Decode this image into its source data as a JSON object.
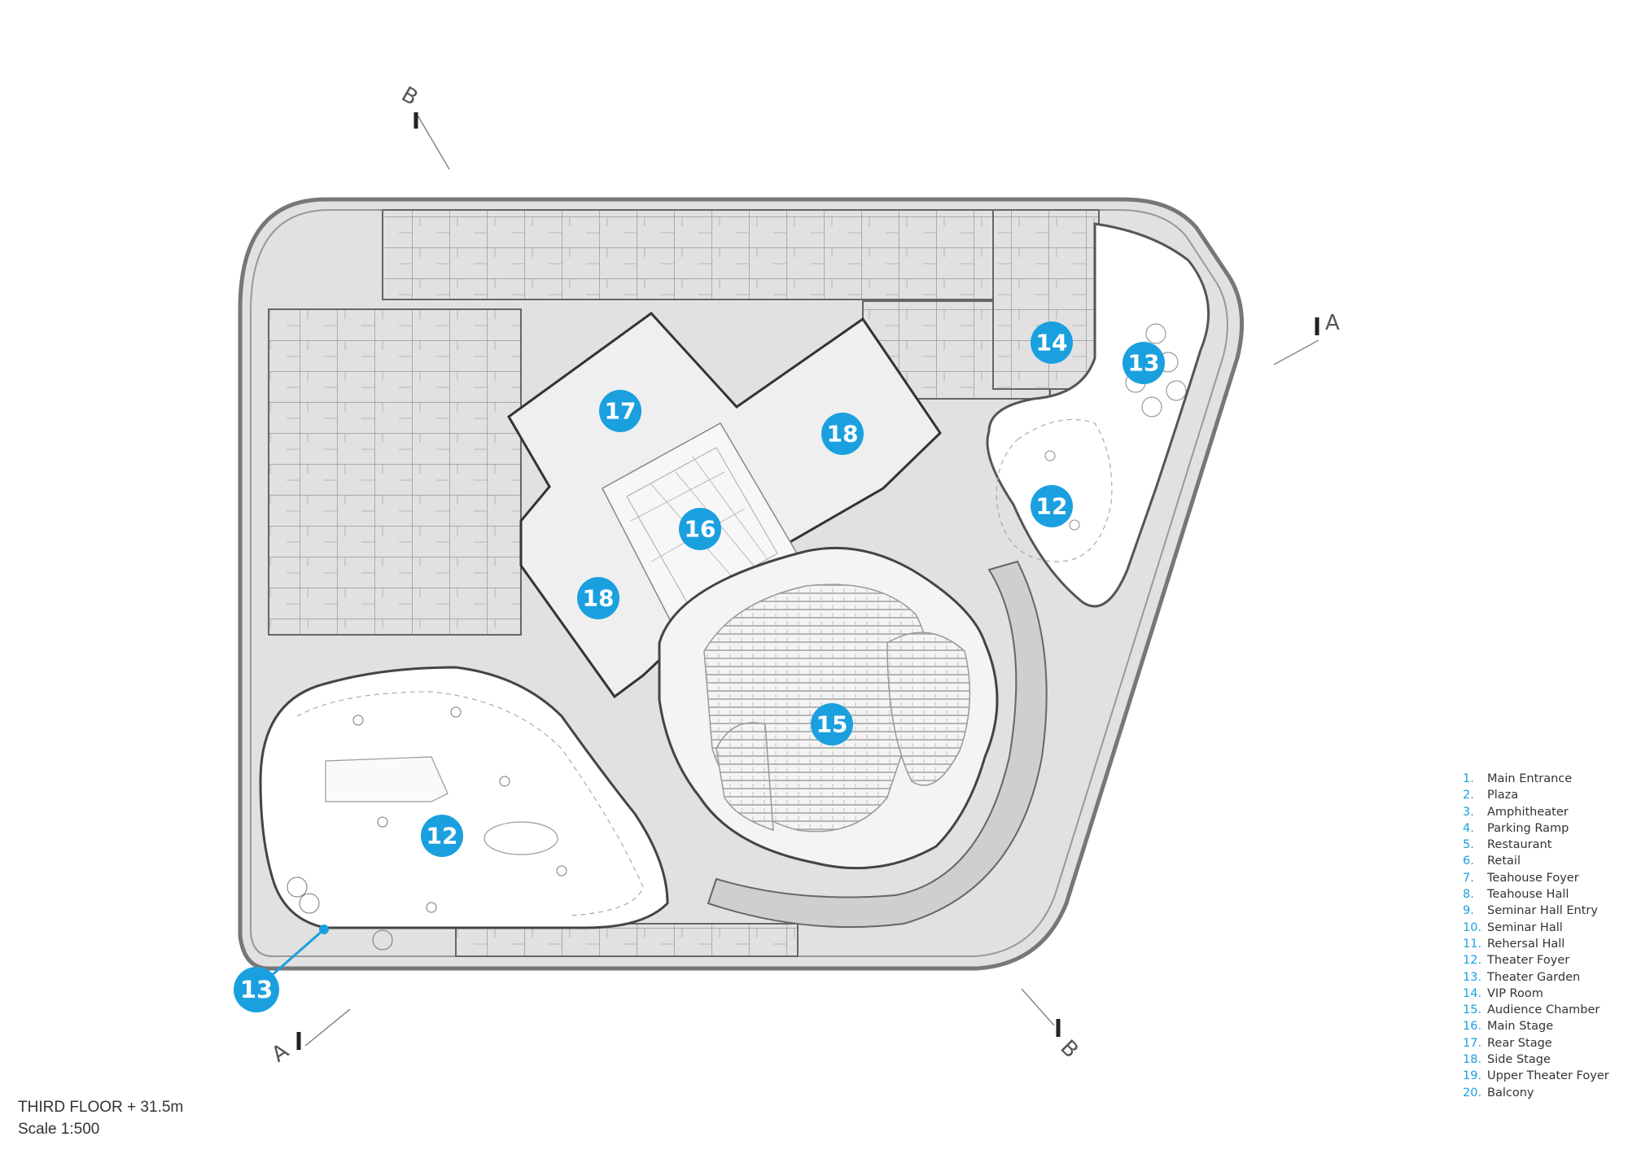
{
  "caption": {
    "title": "THIRD FLOOR + 31.5m",
    "scale": "Scale 1:500"
  },
  "section_marks": {
    "a_top": "A",
    "a_bottom": "A",
    "b_top": "B",
    "b_bottom": "B"
  },
  "markers": [
    {
      "id": "rear-stage",
      "label": "17"
    },
    {
      "id": "side-stage-right",
      "label": "18"
    },
    {
      "id": "main-stage",
      "label": "16"
    },
    {
      "id": "side-stage-left",
      "label": "18"
    },
    {
      "id": "audience-chamber",
      "label": "15"
    },
    {
      "id": "theater-foyer-left",
      "label": "12"
    },
    {
      "id": "theater-foyer-right",
      "label": "12"
    },
    {
      "id": "vip-room",
      "label": "14"
    },
    {
      "id": "theater-garden-right",
      "label": "13"
    },
    {
      "id": "theater-garden-left",
      "label": "13"
    }
  ],
  "legend": [
    {
      "num": "1.",
      "name": "Main Entrance"
    },
    {
      "num": "2.",
      "name": "Plaza"
    },
    {
      "num": "3.",
      "name": "Amphitheater"
    },
    {
      "num": "4.",
      "name": "Parking Ramp"
    },
    {
      "num": "5.",
      "name": "Restaurant"
    },
    {
      "num": "6.",
      "name": "Retail"
    },
    {
      "num": "7.",
      "name": "Teahouse Foyer"
    },
    {
      "num": "8.",
      "name": "Teahouse Hall"
    },
    {
      "num": "9.",
      "name": "Seminar Hall Entry"
    },
    {
      "num": "10.",
      "name": "Seminar Hall"
    },
    {
      "num": "11.",
      "name": "Rehersal Hall"
    },
    {
      "num": "12.",
      "name": "Theater Foyer"
    },
    {
      "num": "13.",
      "name": "Theater Garden"
    },
    {
      "num": "14.",
      "name": "VIP Room"
    },
    {
      "num": "15.",
      "name": "Audience Chamber"
    },
    {
      "num": "16.",
      "name": "Main Stage"
    },
    {
      "num": "17.",
      "name": "Rear Stage"
    },
    {
      "num": "18.",
      "name": "Side Stage"
    },
    {
      "num": "19.",
      "name": "Upper Theater Foyer"
    },
    {
      "num": "20.",
      "name": "Balcony"
    }
  ],
  "colors": {
    "marker": "#1aa0df",
    "legend_number": "#1aa0df",
    "floor_fill": "#e1e1e1",
    "stage_fill": "#efefef",
    "wall": "#555555"
  }
}
